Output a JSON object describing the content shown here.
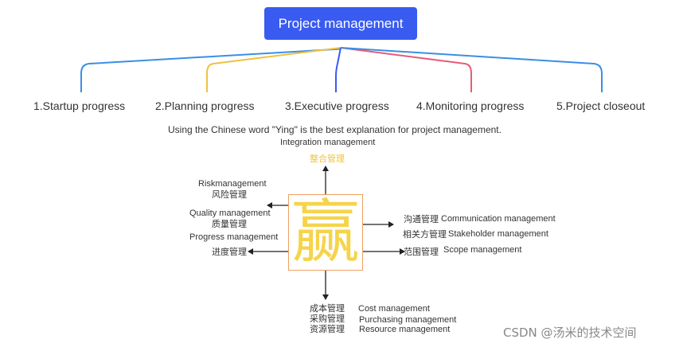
{
  "title": "Project management",
  "branches": [
    {
      "label": "1.Startup progress",
      "color": "#3a8ee6"
    },
    {
      "label": "2.Planning progress",
      "color": "#f0c040"
    },
    {
      "label": "3.Executive progress",
      "color": "#3a5bf0"
    },
    {
      "label": "4.Monitoring progress",
      "color": "#e85a78"
    },
    {
      "label": "5.Project closeout",
      "color": "#3a8ee6"
    }
  ],
  "caption": "Using the Chinese word \"Ying\" is the best explanation for project management.",
  "center_char": "赢",
  "top": {
    "en": "Integration management",
    "cn": "整合管理"
  },
  "left": {
    "risk_en": "Riskmanagement",
    "risk_cn": "风险管理",
    "quality_en": "Quality management",
    "quality_cn": "质量管理",
    "progress_en": "Progress management",
    "progress_cn": "进度管理"
  },
  "right": {
    "comm_cn": "沟通管理",
    "comm_en": "Communication management",
    "stake_cn": "相关方管理",
    "stake_en": "Stakeholder management",
    "scope_cn": "范围管理",
    "scope_en": "Scope management"
  },
  "bottom": {
    "cost_cn": "成本管理",
    "purch_cn": "采购管理",
    "res_cn": "资源管理",
    "cost_en": "Cost management",
    "purch_en": "Purchasing management",
    "res_en": "Resource management"
  },
  "watermark": "CSDN @汤米的技术空间"
}
